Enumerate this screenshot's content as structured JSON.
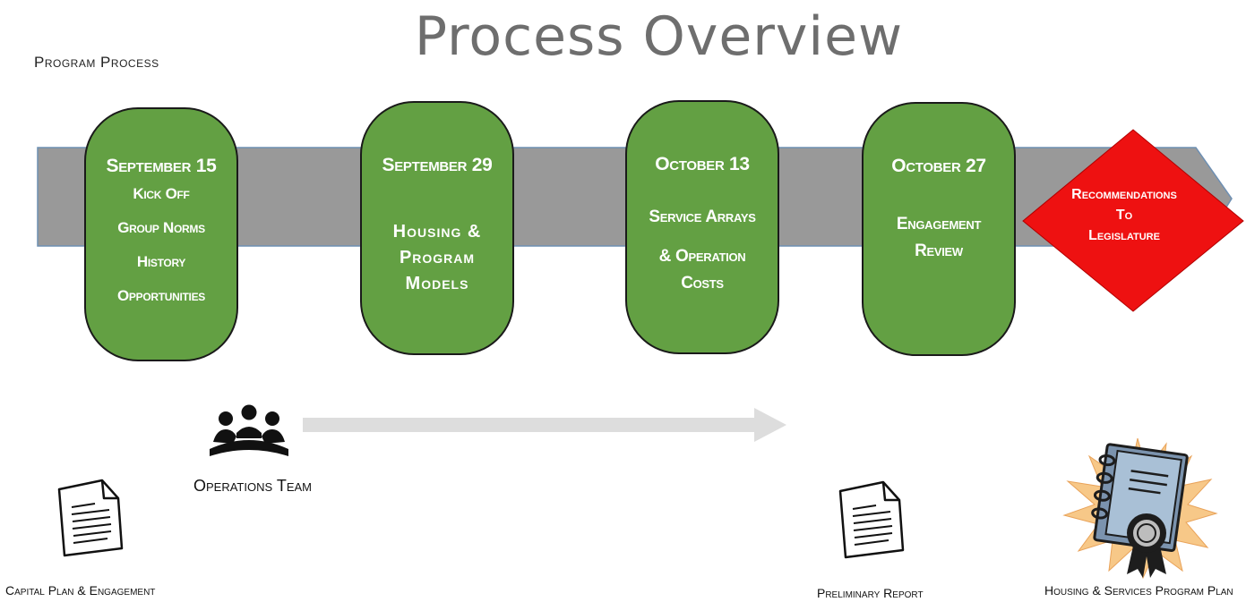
{
  "header": {
    "title": "Process Overview",
    "subtitle": "Program Process"
  },
  "milestones": [
    {
      "date": "September 15",
      "lines": [
        "Kick Off",
        "Group Norms",
        "History",
        "Opportunities"
      ]
    },
    {
      "date": "September 29",
      "lines": [
        "Housing &",
        "Program",
        "Models"
      ]
    },
    {
      "date": "October 13",
      "lines": [
        "Service Arrays",
        "& Operation",
        "Costs"
      ]
    },
    {
      "date": "October 27",
      "lines": [
        "Engagement",
        "Review"
      ]
    }
  ],
  "final_step": {
    "lines": [
      "Recommendations",
      "To",
      "Legislature"
    ]
  },
  "team": {
    "label": "Operations Team"
  },
  "documents": {
    "capital_plan": "Capital Plan & Engagement",
    "preliminary_report": "Preliminary Report",
    "program_plan": "Housing & Services Program Plan"
  },
  "colors": {
    "band": "#999999",
    "band_edge": "#6d8fb3",
    "pill": "#63a043",
    "diamond": "#ee1111",
    "progress_arrow": "#dddddd",
    "title": "#6e6e6e"
  },
  "icons": [
    "people-meeting-icon",
    "document-icon",
    "certified-binder-icon"
  ]
}
